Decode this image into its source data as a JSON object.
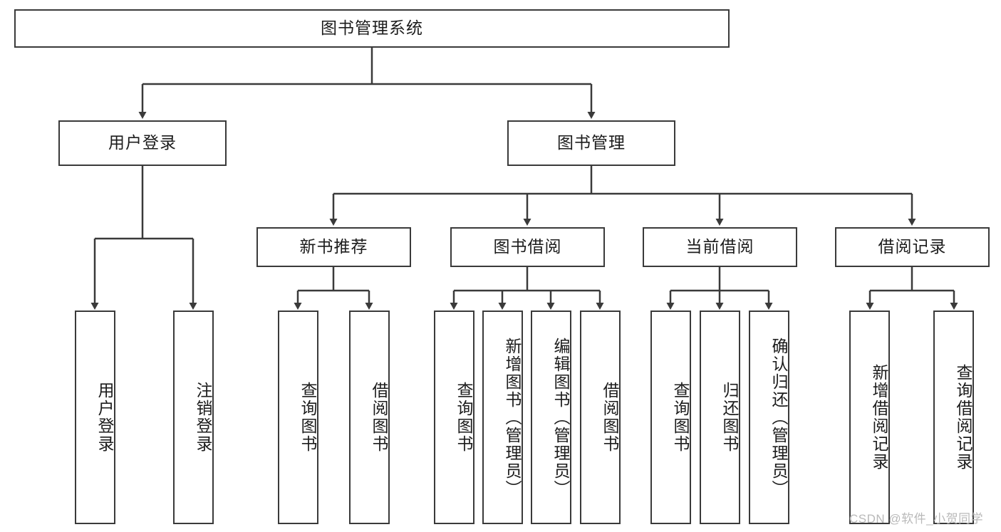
{
  "diagram": {
    "title": "图书管理系统",
    "orientation": "top-down-tree",
    "line_color": "#3a3a3a",
    "box_fill": "#ffffff",
    "text_color": "#1c1c1c"
  },
  "nodes": {
    "root": {
      "label": "图书管理系统"
    },
    "level2": [
      {
        "label": "用户登录"
      },
      {
        "label": "图书管理"
      }
    ],
    "level3": [
      {
        "label": "新书推荐"
      },
      {
        "label": "图书借阅"
      },
      {
        "label": "当前借阅"
      },
      {
        "label": "借阅记录"
      }
    ],
    "leaves": {
      "user_login": [
        {
          "label": "用户登录"
        },
        {
          "label": "注销登录"
        }
      ],
      "new_book": [
        {
          "label": "查询图书"
        },
        {
          "label": "借阅图书"
        }
      ],
      "book_borrow": [
        {
          "label": "查询图书"
        },
        {
          "label": "新增图书（管理员）"
        },
        {
          "label": "编辑图书（管理员）"
        },
        {
          "label": "借阅图书"
        }
      ],
      "current_borrow": [
        {
          "label": "查询图书"
        },
        {
          "label": "归还图书"
        },
        {
          "label": "确认归还（管理员）"
        }
      ],
      "borrow_record": [
        {
          "label": "新增借阅记录"
        },
        {
          "label": "查询借阅记录"
        }
      ]
    }
  },
  "watermark": {
    "text": "CSDN @软件_小贺同学",
    "color": "#b9b9b9"
  }
}
